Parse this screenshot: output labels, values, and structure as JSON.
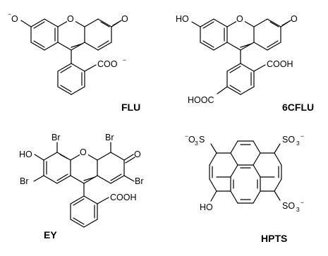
{
  "molecules": {
    "flu": {
      "name": "FLU",
      "labels": {
        "o_minus": "O",
        "o_bridge": "O",
        "o_keto": "O",
        "coo": "COO",
        "coo_charge": "−",
        "o_charge": "−"
      }
    },
    "cflu": {
      "name": "6CFLU",
      "labels": {
        "ho": "HO",
        "o_bridge": "O",
        "o_keto": "O",
        "cooh": "COOH",
        "hooc": "HOOC"
      }
    },
    "ey": {
      "name": "EY",
      "labels": {
        "br1": "Br",
        "br2": "Br",
        "br3": "Br",
        "br4": "Br",
        "ho": "HO",
        "o_bridge": "O",
        "o_keto": "O",
        "cooh": "COOH"
      }
    },
    "hpts": {
      "name": "HPTS",
      "labels": {
        "so3_left_pre": "−",
        "so3_left_o": "O",
        "so3_left_sub": "3",
        "so3_left_s": "S",
        "so3_right_s": "SO",
        "so3_right_sub": "3",
        "so3_right_charge": "−",
        "so3_bot_s": "SO",
        "so3_bot_sub": "3",
        "so3_bot_charge": "−",
        "ho": "HO"
      }
    }
  }
}
